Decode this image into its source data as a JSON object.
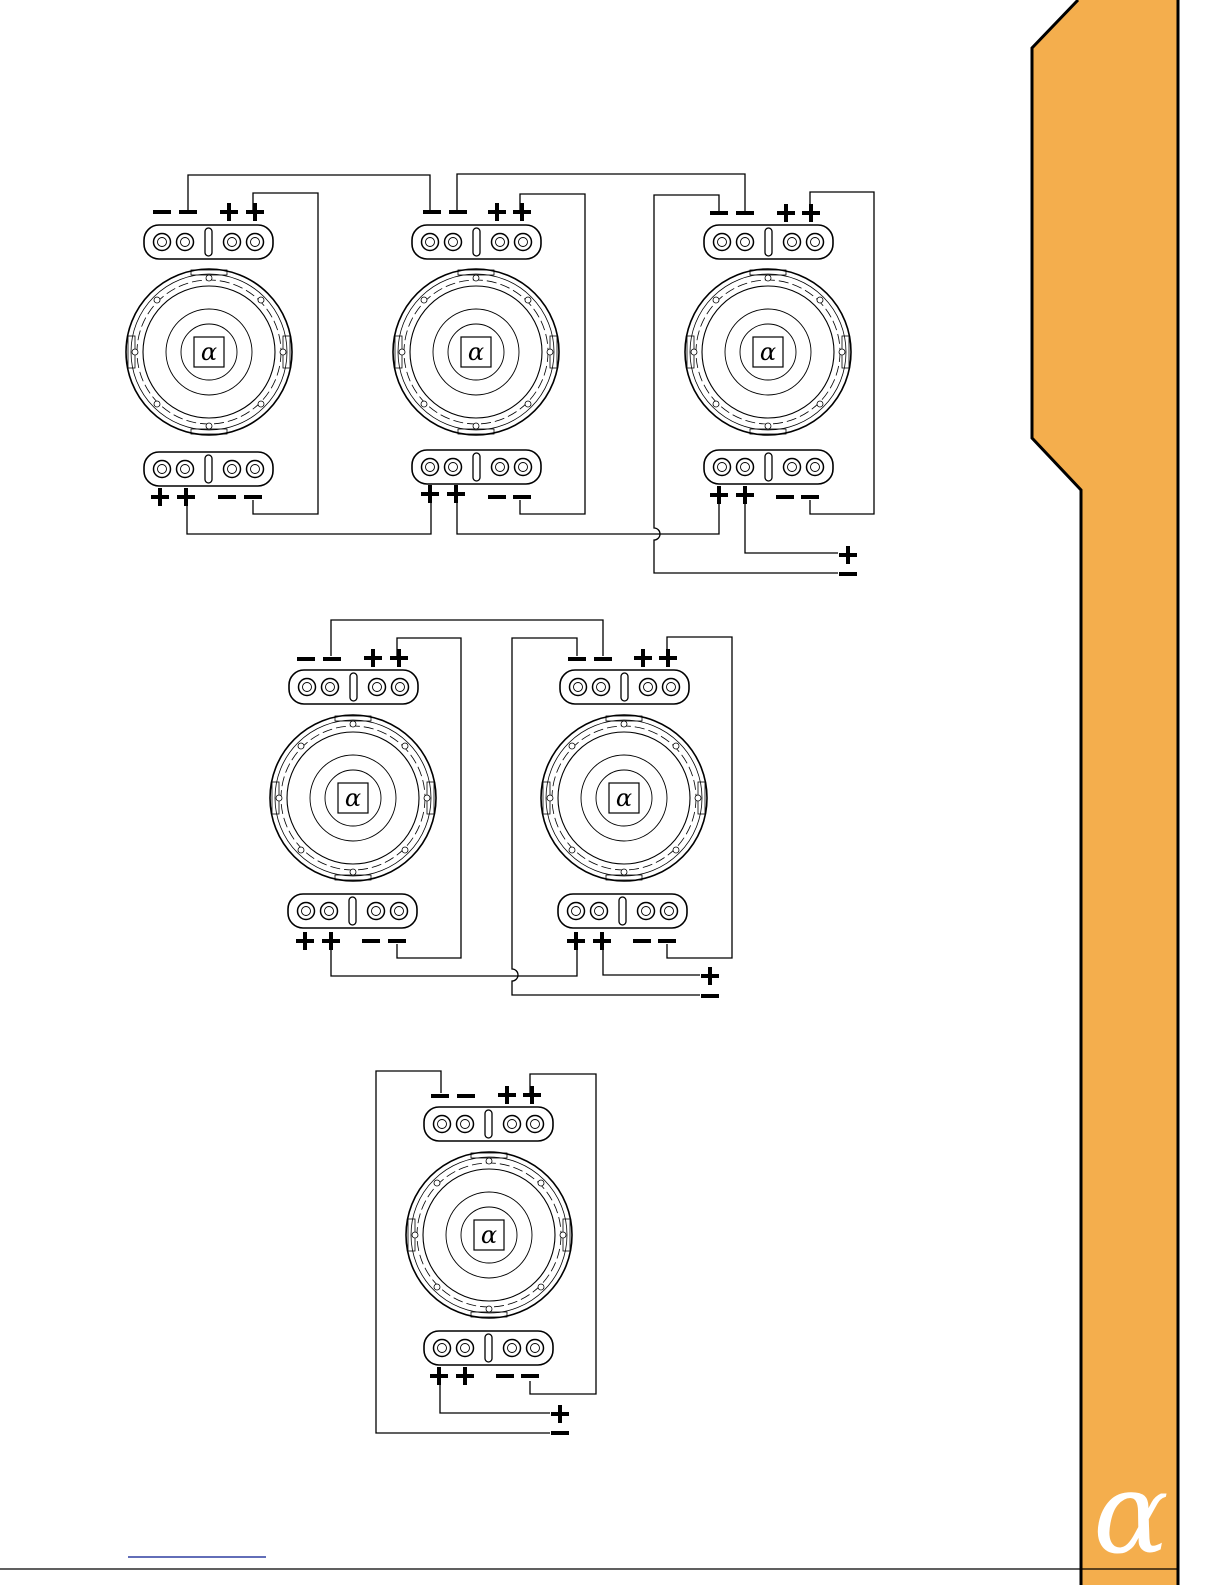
{
  "colors": {
    "accent": "#f4ae4d",
    "ink": "#000000",
    "speaker_body": "#ffffff",
    "footer_link": "#2e3fa0"
  },
  "icons": {
    "speaker": "woofer-icon",
    "terminal_block": "dual-terminal-block-icon",
    "brand_mark": "alpha-logo-icon"
  },
  "speaker_badge": "α",
  "sidebar": {
    "brand_glyph": "α"
  },
  "diagrams": [
    {
      "name": "three-speaker-wiring",
      "speaker_count": 3
    },
    {
      "name": "two-speaker-wiring",
      "speaker_count": 2
    },
    {
      "name": "one-speaker-wiring",
      "speaker_count": 1
    }
  ]
}
